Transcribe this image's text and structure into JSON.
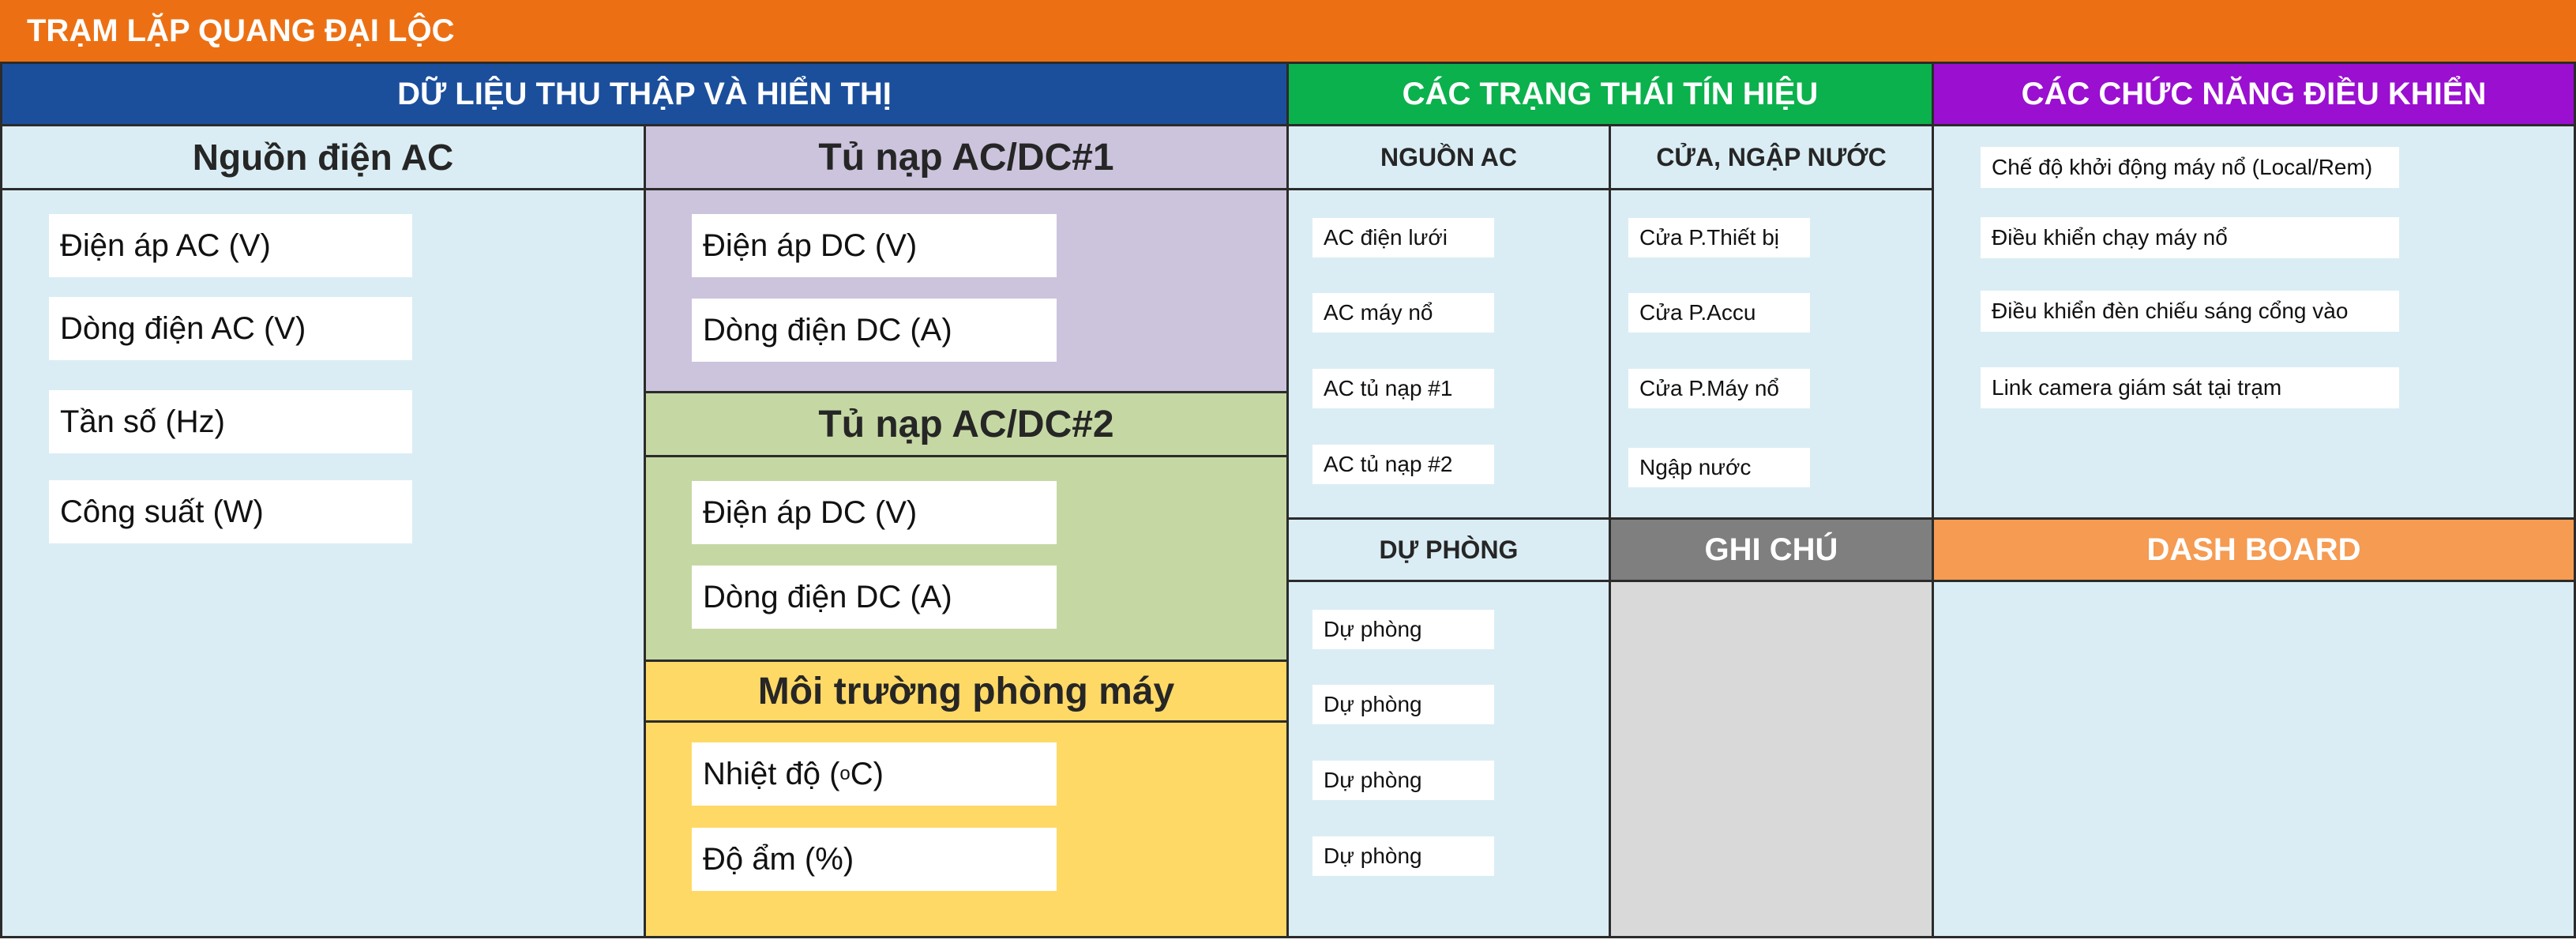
{
  "app": {
    "title": "TRẠM LẶP QUANG ĐẠI LỘC"
  },
  "colors": {
    "top_bar": "#ec7013",
    "data_header": "#1b4f9c",
    "signal_header": "#0bb14c",
    "control_header": "#9a0fd0",
    "note_header": "#7f7f7f",
    "dashboard_header": "#f59b52",
    "panel_light_blue": "#daedf4",
    "charger1_bg": "#ccc3dc",
    "charger2_bg": "#c5d8a3",
    "environment_bg": "#ffd966",
    "note_bg": "#d9d9d9"
  },
  "data_section": {
    "header": "DỮ LIỆU THU THẬP VÀ HIỂN THỊ",
    "ac_power": {
      "title": "Nguồn điện AC",
      "fields": [
        "Điện áp AC (V)",
        "Dòng điện AC (V)",
        "Tần số (Hz)",
        "Công suất (W)"
      ]
    },
    "charger1": {
      "title": "Tủ nạp AC/DC#1",
      "fields": [
        "Điện áp DC (V)",
        "Dòng điện DC (A)"
      ]
    },
    "charger2": {
      "title": "Tủ nạp AC/DC#2",
      "fields": [
        "Điện áp DC (V)",
        "Dòng điện DC (A)"
      ]
    },
    "environment": {
      "title": "Môi trường phòng máy",
      "temperature": {
        "prefix": "Nhiệt độ (",
        "superscript": "o",
        "suffix": "C)"
      },
      "humidity": "Độ ẩm (%)"
    }
  },
  "signal_section": {
    "header": "CÁC TRẠNG THÁI TÍN HIỆU",
    "ac_source": {
      "title": "NGUỒN AC",
      "items": [
        "AC điện lưới",
        "AC máy nổ",
        "AC tủ nạp #1",
        "AC tủ nạp #2"
      ]
    },
    "door_flood": {
      "title": "CỬA, NGẬP NƯỚC",
      "items": [
        "Cửa P.Thiết bị",
        "Cửa P.Accu",
        "Cửa P.Máy nổ",
        "Ngập nước"
      ]
    },
    "reserve": {
      "title": "DỰ PHÒNG",
      "items": [
        "Dự phòng",
        "Dự phòng",
        "Dự phòng",
        "Dự phòng"
      ]
    },
    "note": {
      "title": "GHI CHÚ"
    }
  },
  "control_section": {
    "header": "CÁC CHỨC NĂNG ĐIỀU KHIỂN",
    "items": [
      "Chế độ khởi động máy nổ (Local/Rem)",
      "Điều khiển chạy máy nổ",
      "Điều khiển đèn chiếu sáng cổng vào",
      "Link camera giám sát tại trạm"
    ],
    "dashboard": {
      "title": "DASH BOARD"
    }
  }
}
